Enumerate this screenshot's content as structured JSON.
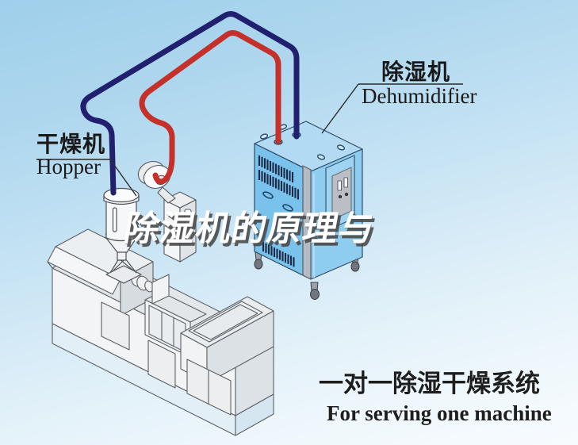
{
  "labels": {
    "hopper": {
      "zh": "干燥机",
      "en": "Hopper"
    },
    "dehumidifier": {
      "zh": "除湿机",
      "en": "Dehumidifier"
    }
  },
  "caption": {
    "zh": "一对一除湿干燥系统",
    "en": "For serving one machine"
  },
  "watermark": {
    "text": "除湿机的原理与"
  },
  "colors": {
    "pipe_supply_red": "#c5302b",
    "pipe_return_navy": "#20206e",
    "dehumidifier_front": "#79c2ec",
    "dehumidifier_top": "#b2dbf3",
    "dehumidifier_side": "#8ecdef",
    "machine_body": "#f3f4f5",
    "machine_skirt": "#e4eff6",
    "background_top": "#9fcfeb",
    "background_bottom": "#f7fbfe",
    "label_text": "#191919"
  },
  "components": [
    "dehumidifier-unit",
    "hopper-dryer",
    "suction-blower",
    "extruder-machine",
    "red-supply-pipe",
    "navy-return-pipe"
  ]
}
